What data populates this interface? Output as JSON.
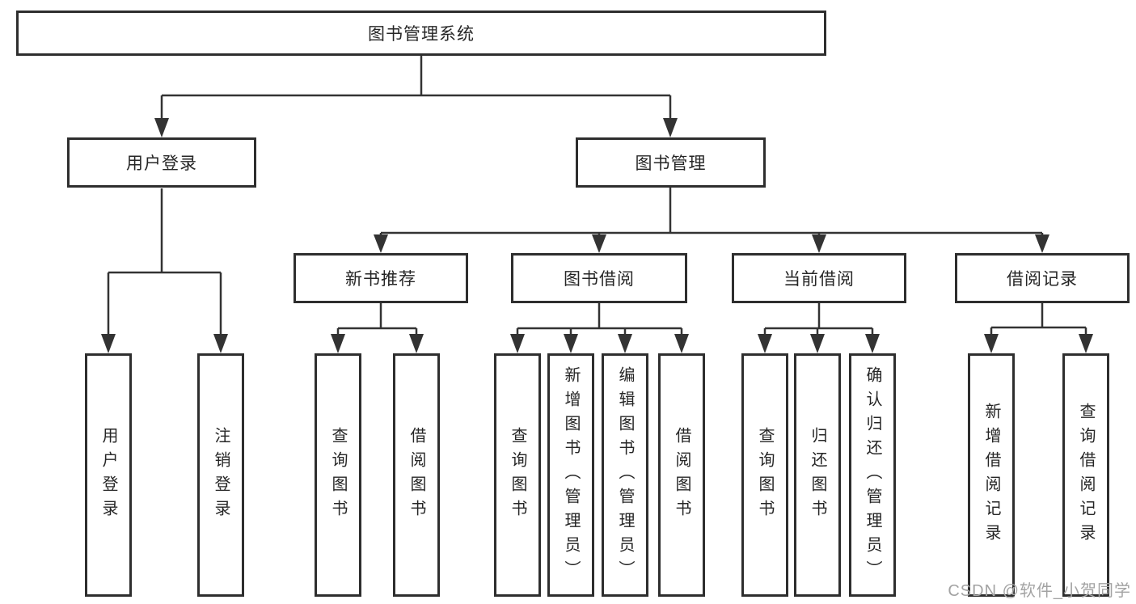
{
  "diagram": {
    "title": "图书管理系统",
    "root": {
      "label": "图书管理系统"
    },
    "level2": [
      {
        "id": "user-login",
        "label": "用户登录"
      },
      {
        "id": "book-management",
        "label": "图书管理"
      }
    ],
    "level3": [
      {
        "id": "new-book-recommend",
        "label": "新书推荐"
      },
      {
        "id": "book-borrowing",
        "label": "图书借阅"
      },
      {
        "id": "current-borrowing",
        "label": "当前借阅"
      },
      {
        "id": "borrowing-records",
        "label": "借阅记录"
      }
    ],
    "leaves": [
      {
        "id": "user-login-leaf",
        "parent": "user-login",
        "label": "用户登录"
      },
      {
        "id": "logout",
        "parent": "user-login",
        "label": "注销登录"
      },
      {
        "id": "query-books-a",
        "parent": "new-book-recommend",
        "label": "查询图书"
      },
      {
        "id": "borrow-books-a",
        "parent": "new-book-recommend",
        "label": "借阅图书"
      },
      {
        "id": "query-books-b",
        "parent": "book-borrowing",
        "label": "查询图书"
      },
      {
        "id": "add-books-admin",
        "parent": "book-borrowing",
        "label": "新增图书（管理员）"
      },
      {
        "id": "edit-books-admin",
        "parent": "book-borrowing",
        "label": "编辑图书（管理员）"
      },
      {
        "id": "borrow-books-b",
        "parent": "book-borrowing",
        "label": "借阅图书"
      },
      {
        "id": "query-books-c",
        "parent": "current-borrowing",
        "label": "查询图书"
      },
      {
        "id": "return-books",
        "parent": "current-borrowing",
        "label": "归还图书"
      },
      {
        "id": "confirm-return-admin",
        "parent": "current-borrowing",
        "label": "确认归还（管理员）"
      },
      {
        "id": "add-borrow-record",
        "parent": "borrowing-records",
        "label": "新增借阅记录"
      },
      {
        "id": "query-borrow-record",
        "parent": "borrowing-records",
        "label": "查询借阅记录"
      }
    ],
    "line_color": "#333333",
    "border_color": "#2e2e2e"
  },
  "watermark": {
    "text": "CSDN @软件_小贺同学"
  }
}
